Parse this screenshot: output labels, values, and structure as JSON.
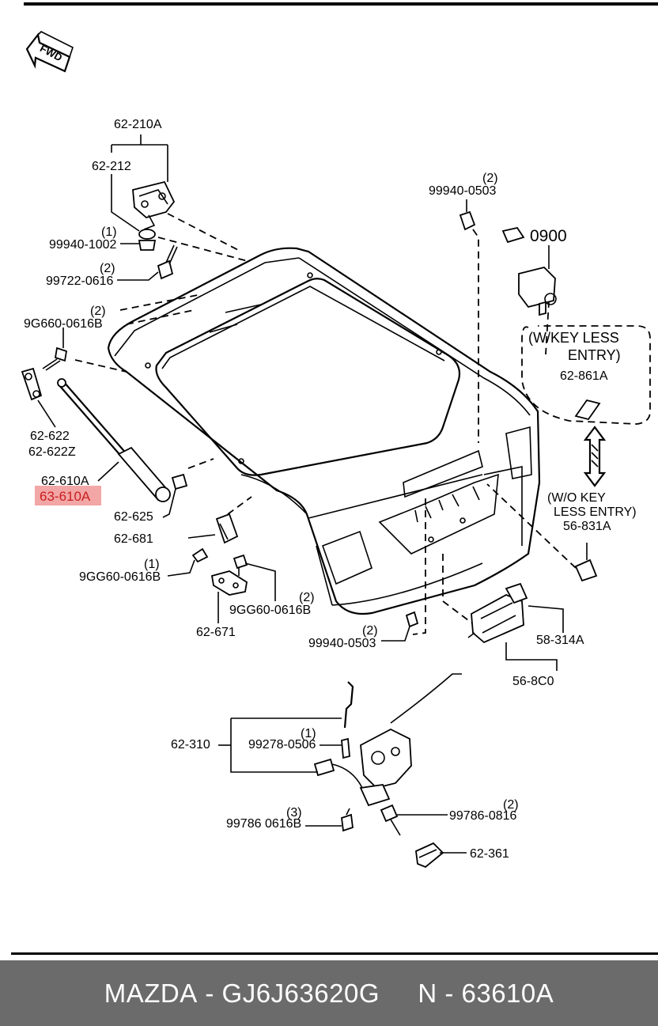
{
  "diagram": {
    "fwd_label": "FWD",
    "labels": {
      "p62_210A": "62-210A",
      "p62_212": "62-212",
      "qty_1_a": "(1)",
      "p99940_1002": "99940-1002",
      "qty_2_a": "(2)",
      "p99722_0616": "99722-0616",
      "qty_2_b": "(2)",
      "p9G660_0616B": "9G660-0616B",
      "p62_622": "62-622",
      "p62_622Z": "62-622Z",
      "p62_610A": "62-610A",
      "p63_610A": "63-610A",
      "p62_625": "62-625",
      "p62_681": "62-681",
      "qty_1_b": "(1)",
      "p9GG60_0616B_a": "9GG60-0616B",
      "qty_2_c": "(2)",
      "p9GG60_0616B_b": "9GG60-0616B",
      "p62_671": "62-671",
      "qty_2_d": "(2)",
      "p99940_0503_a": "99940-0503",
      "qty_2_e": "(2)",
      "p99940_0503_b": "99940-0503",
      "p0900": "0900",
      "wkey_line1": "(W/KEY LESS",
      "wkey_line2": "ENTRY)",
      "p62_861A": "62-861A",
      "wokey_line1": "(W/O KEY",
      "wokey_line2": "LESS ENTRY)",
      "p56_831A": "56-831A",
      "p58_314A": "58-314A",
      "p56_8C0": "56-8C0",
      "p62_310": "62-310",
      "qty_1_c": "(1)",
      "p99278_0506": "99278-0506",
      "qty_3": "(3)",
      "p99786_0616B": "99786 0616B",
      "qty_2_f": "(2)",
      "p99786_0816": "99786-0816",
      "p62_361": "62-361"
    },
    "highlight_color": "#f3a6a6"
  },
  "footer": {
    "brand": "MAZDA",
    "part_number": "GJ6J63620G",
    "n_code": "N - 63610A"
  }
}
